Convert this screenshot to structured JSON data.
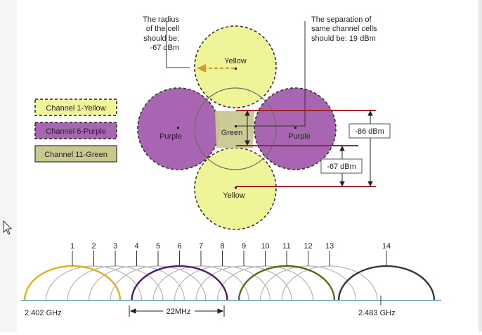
{
  "annotations": {
    "radius_line1": "The radius",
    "radius_line2": "of the cell",
    "radius_line3": "should be:",
    "radius_value": "-67 dBm",
    "separation_line1": "The separation of",
    "separation_line2": "same channel cells",
    "separation_line3": "should be: 19 dBm"
  },
  "cells": {
    "top": "Yellow",
    "left": "Purple",
    "center": "Green",
    "right": "Purple",
    "bottom": "Yellow"
  },
  "legend": {
    "yellow": "Channel 1-Yellow",
    "purple": "Channel 6-Purple",
    "green": "Channel 11-Green"
  },
  "measurements": {
    "outer": "-86 dBm",
    "inner": "-67 dBm"
  },
  "spectrum": {
    "channels": [
      "1",
      "2",
      "3",
      "4",
      "5",
      "6",
      "7",
      "8",
      "9",
      "10",
      "11",
      "12",
      "13",
      "14"
    ],
    "start_freq": "2.402 GHz",
    "end_freq": "2.483 GHz",
    "width_label": "22MHz"
  },
  "colors": {
    "yellow_fill": "#f0f498",
    "purple_fill": "#a865b1",
    "green_fill": "#c9c88f",
    "red_line": "#a3232b",
    "arrow": "#d39d2a",
    "arc_gray": "#b5b5b5",
    "arc_yellow": "#e2b01c",
    "arc_purple": "#4a1c6a",
    "arc_green": "#656417",
    "arc_black": "#353535"
  }
}
